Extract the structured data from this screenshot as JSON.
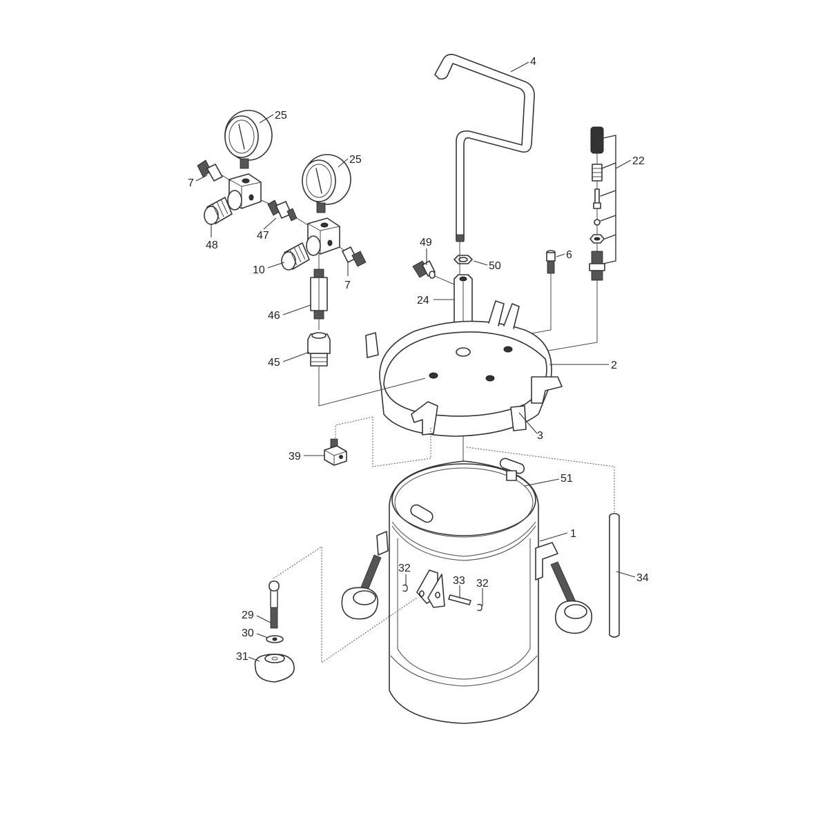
{
  "diagram": {
    "title": "Pressure tank exploded parts diagram",
    "line_color": "#333333",
    "background": "#ffffff",
    "callouts": [
      {
        "id": "c4",
        "label": "4",
        "part": "fluid tube"
      },
      {
        "id": "c25a",
        "label": "25",
        "part": "pressure gauge (upper-left)"
      },
      {
        "id": "c25b",
        "label": "25",
        "part": "pressure gauge (right)"
      },
      {
        "id": "c22",
        "label": "22",
        "part": "safety valve assembly"
      },
      {
        "id": "c7a",
        "label": "7",
        "part": "air inlet fitting (left)"
      },
      {
        "id": "c48",
        "label": "48",
        "part": "regulator (left)"
      },
      {
        "id": "c47",
        "label": "47",
        "part": "connecting nipple"
      },
      {
        "id": "c10",
        "label": "10",
        "part": "regulator (right)"
      },
      {
        "id": "c7b",
        "label": "7",
        "part": "air outlet fitting (right)"
      },
      {
        "id": "c49",
        "label": "49",
        "part": "fluid outlet fitting"
      },
      {
        "id": "c50",
        "label": "50",
        "part": "nut"
      },
      {
        "id": "c6",
        "label": "6",
        "part": "plug"
      },
      {
        "id": "c24",
        "label": "24",
        "part": "fluid outlet body"
      },
      {
        "id": "c46",
        "label": "46",
        "part": "extension fitting"
      },
      {
        "id": "c45",
        "label": "45",
        "part": "hose barb fitting"
      },
      {
        "id": "c2",
        "label": "2",
        "part": "lid"
      },
      {
        "id": "c3",
        "label": "3",
        "part": "lid clamp tab"
      },
      {
        "id": "c39",
        "label": "39",
        "part": "block fitting"
      },
      {
        "id": "c51",
        "label": "51",
        "part": "handle"
      },
      {
        "id": "c1",
        "label": "1",
        "part": "tank body"
      },
      {
        "id": "c34",
        "label": "34",
        "part": "tube"
      },
      {
        "id": "c32a",
        "label": "32",
        "part": "clip (left)"
      },
      {
        "id": "c33",
        "label": "33",
        "part": "pin"
      },
      {
        "id": "c32b",
        "label": "32",
        "part": "clip (right)"
      },
      {
        "id": "c29",
        "label": "29",
        "part": "clamp bolt"
      },
      {
        "id": "c30",
        "label": "30",
        "part": "washer"
      },
      {
        "id": "c31",
        "label": "31",
        "part": "star knob"
      }
    ]
  }
}
